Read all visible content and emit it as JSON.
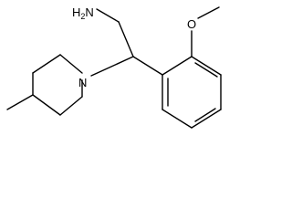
{
  "structure": {
    "labels": {
      "amine": "H2N",
      "ring_nitrogen": "N",
      "ether_oxygen": "O"
    },
    "line_color": "#000000",
    "background": "#ffffff"
  }
}
